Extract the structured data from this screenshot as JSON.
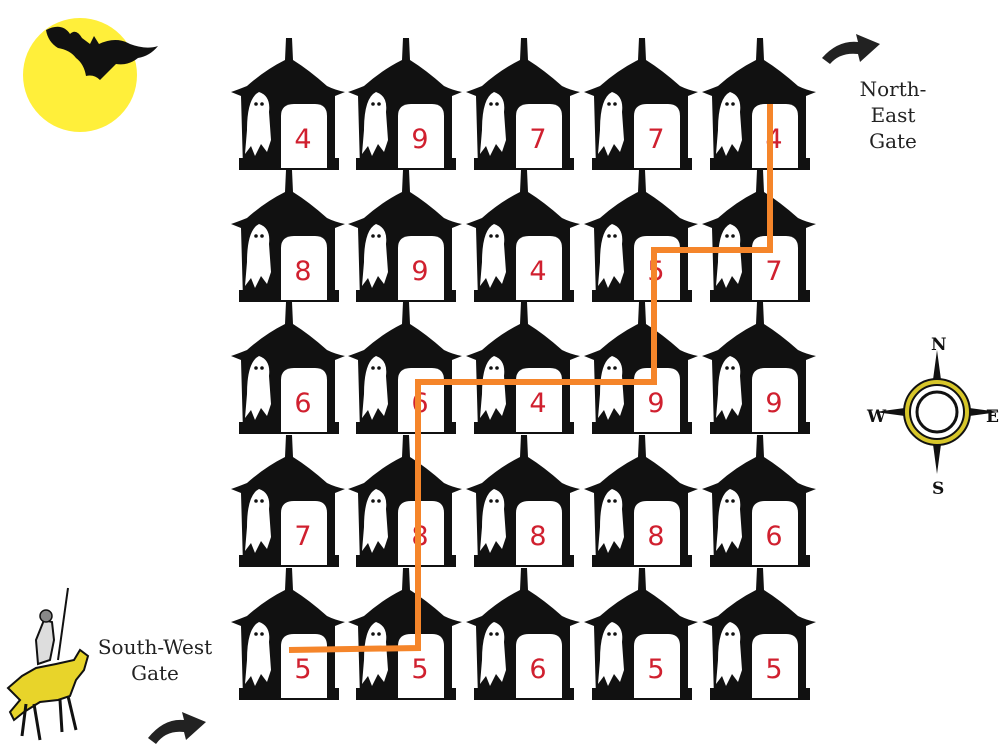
{
  "grid": {
    "rows": [
      [
        4,
        9,
        7,
        7,
        4
      ],
      [
        8,
        9,
        4,
        5,
        7
      ],
      [
        6,
        6,
        4,
        9,
        9
      ],
      [
        7,
        8,
        8,
        8,
        6
      ],
      [
        5,
        5,
        6,
        5,
        5
      ]
    ]
  },
  "path": {
    "color": "#f5852a",
    "cells": [
      [
        4,
        0
      ],
      [
        4,
        1
      ],
      [
        3,
        1
      ],
      [
        2,
        1
      ],
      [
        2,
        2
      ],
      [
        2,
        3
      ],
      [
        1,
        3
      ],
      [
        1,
        4
      ],
      [
        0,
        4
      ]
    ]
  },
  "gates": {
    "north_east": "North-East\nGate",
    "south_west": "South-West\nGate"
  },
  "compass": {
    "n": "N",
    "s": "S",
    "e": "E",
    "w": "W"
  },
  "colors": {
    "moon": "#ffef3a",
    "house": "#111111",
    "number": "#d0202f",
    "compass_ring": "#d7c62a"
  },
  "icons": {
    "moon": "moon-icon",
    "bat": "bat-icon",
    "knight": "knight-icon",
    "arrow": "curved-arrow-icon",
    "compass": "compass-rose-icon"
  }
}
